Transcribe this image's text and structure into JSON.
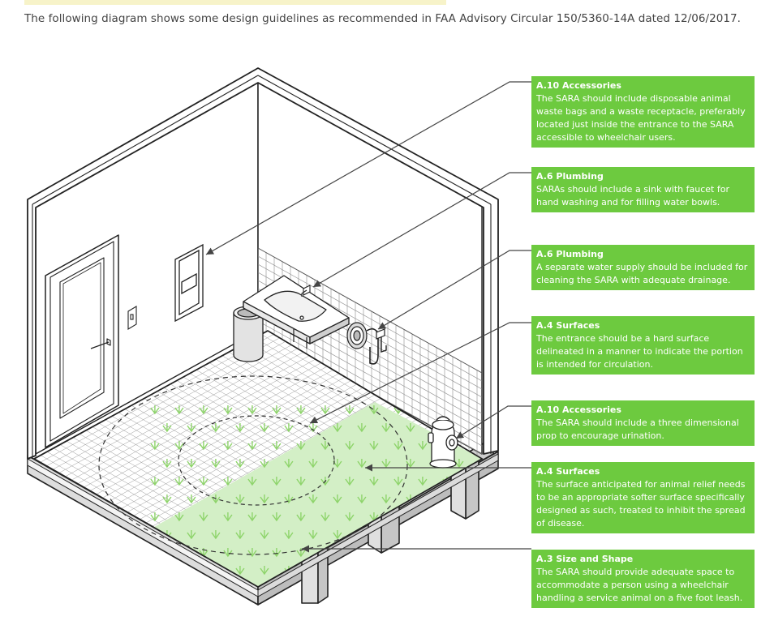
{
  "intro": "The following diagram shows some design guidelines as recommended in FAA Advisory Circular 150/5360-14A dated 12/06/2017.",
  "colors": {
    "callout_bg": "#6dca3f",
    "grass": "#d3efc6",
    "grass_mark": "#8ed46b",
    "floor": "#ffffff",
    "outline": "#222222"
  },
  "callouts": [
    {
      "title": "A.10 Accessories",
      "body": "The SARA should include disposable animal waste bags and a waste receptacle, preferably located just inside the entrance to the SARA accessible to wheelchair users."
    },
    {
      "title": "A.6 Plumbing",
      "body": "SARAs should include a sink with faucet for hand washing and for filling water bowls."
    },
    {
      "title": "A.6 Plumbing",
      "body": "A separate water supply should be included for cleaning the SARA with adequate drainage."
    },
    {
      "title": "A.4 Surfaces",
      "body": "The entrance should be a hard surface delineated in a manner to indicate the portion is intended for circulation."
    },
    {
      "title": "A.10 Accessories",
      "body": "The SARA should include a three dimensional prop to encourage urination."
    },
    {
      "title": "A.4 Surfaces",
      "body": "The surface anticipated for animal relief needs to be an appropriate softer surface specifically designed as such, treated to inhibit the spread of disease."
    },
    {
      "title": "A.3 Size and Shape",
      "body": "The SARA should provide adequate space to accommodate a person using a wheelchair handling a service animal on a five foot leash."
    }
  ]
}
